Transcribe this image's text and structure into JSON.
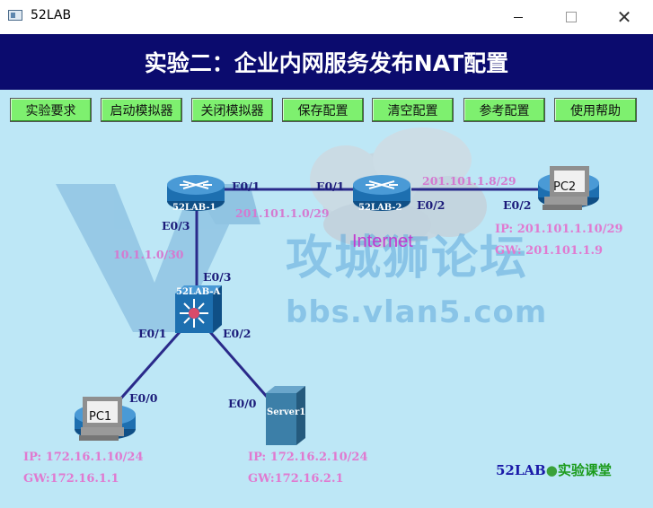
{
  "window": {
    "title": "52LAB"
  },
  "banner": {
    "title": "实验二：企业内网服务发布NAT配置"
  },
  "toolbar": {
    "buttons": [
      "实验要求",
      "启动模拟器",
      "关闭模拟器",
      "保存配置",
      "清空配置",
      "参考配置",
      "使用帮助"
    ]
  },
  "watermark": {
    "cn": "攻城狮论坛",
    "url": "bbs.vlan5.com"
  },
  "cloud": {
    "label": "Internet"
  },
  "devices": {
    "r1": "52LAB-1",
    "r2": "52LAB-2",
    "switch": "52LAB-A",
    "pc1": "PC1",
    "pc2": "PC2",
    "server": "Server1"
  },
  "ports": {
    "r1_e01": "E0/1",
    "r2_e01": "E0/1",
    "r2_e02": "E0/2",
    "pc2_e02": "E0/2",
    "r1_e03": "E0/3",
    "sw_e03": "E0/3",
    "sw_e01": "E0/1",
    "sw_e02": "E0/2",
    "pc1_e00": "E0/0",
    "srv_e00": "E0/0"
  },
  "networks": {
    "wan1": "201.101.1.0/29",
    "wan2": "201.101.1.8/29",
    "lan": "10.1.1.0/30"
  },
  "hosts": {
    "pc2_ip": "IP: 201.101.1.10/29",
    "pc2_gw": "GW: 201.101.1.9",
    "pc1_ip": "IP: 172.16.1.10/24",
    "pc1_gw": "GW:172.16.1.1",
    "srv_ip": "IP: 172.16.2.10/24",
    "srv_gw": "GW:172.16.2.1"
  },
  "brand": {
    "name": "52LAB",
    "dot": "●",
    "suffix": "实验课堂"
  },
  "colors": {
    "banner_bg": "#0b0b6e",
    "canvas_bg": "#bde7f6",
    "button_bg": "#7ef06f",
    "link_line": "#2a2a8a",
    "device_blue": "#1d6fb0",
    "ip_text": "#e07ad0"
  }
}
